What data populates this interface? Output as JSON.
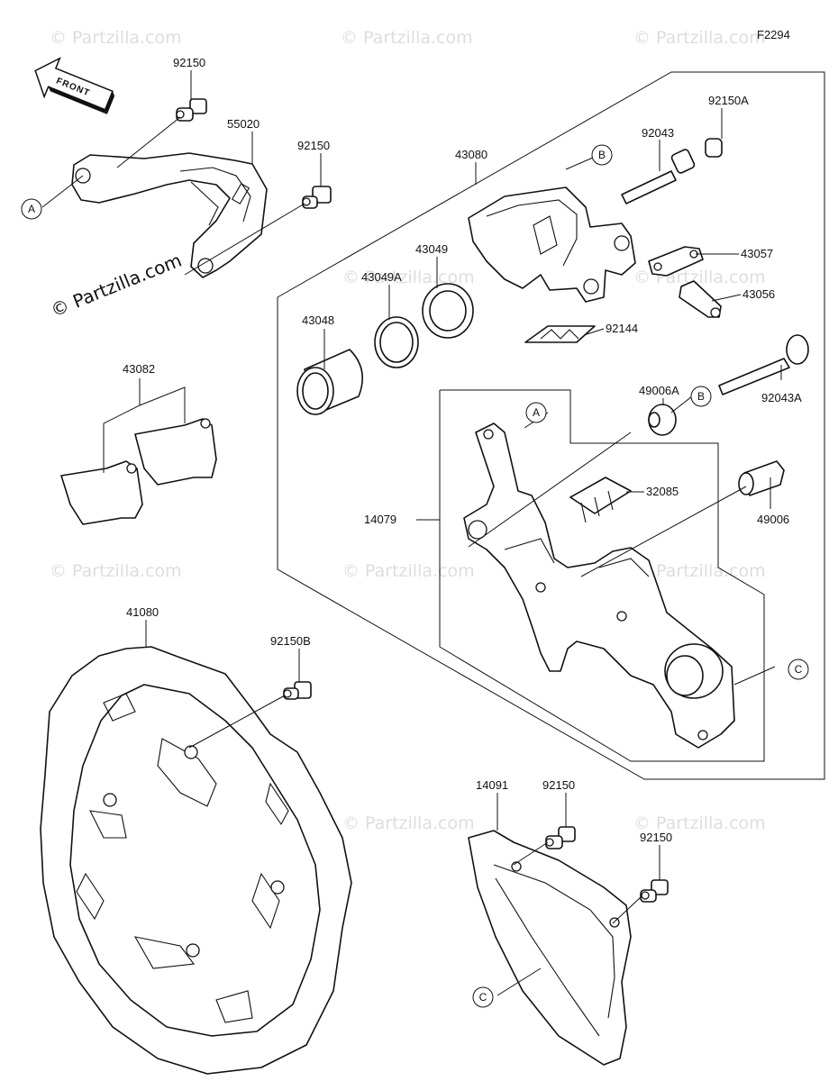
{
  "diagram_code": "F2294",
  "front_label": "FRONT",
  "watermark": "© Partzilla.com",
  "callouts": {
    "a": "A",
    "b": "B",
    "c": "C"
  },
  "parts": {
    "p92150_top": "92150",
    "p55020": "55020",
    "p92150_mid": "92150",
    "p43080": "43080",
    "p92150A": "92150A",
    "p92043": "92043",
    "p43057": "43057",
    "p43056": "43056",
    "p43049": "43049",
    "p43049A": "43049A",
    "p43048": "43048",
    "p92144": "92144",
    "p43082": "43082",
    "p49006A": "49006A",
    "p92043A": "92043A",
    "p32085": "32085",
    "p14079": "14079",
    "p49006": "49006",
    "p41080": "41080",
    "p92150B": "92150B",
    "p14091": "14091",
    "p92150_guard1": "92150",
    "p92150_guard2": "92150"
  }
}
